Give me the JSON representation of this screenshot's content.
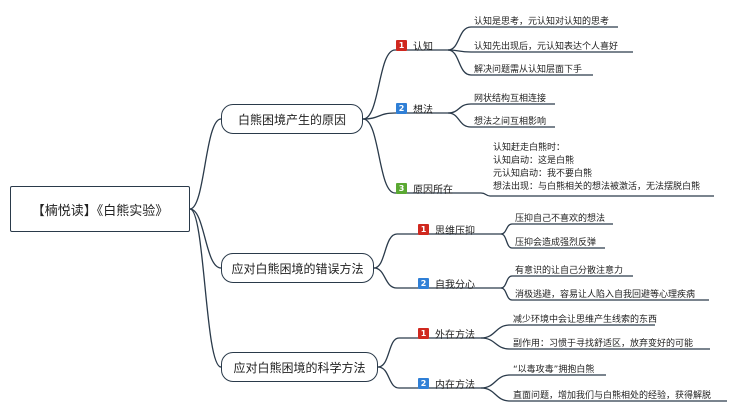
{
  "root": {
    "title": "【楠悦读】《白熊实验》"
  },
  "colors": {
    "line": "#2a3a4a",
    "badge_red": "#d0281f",
    "badge_blue": "#2f7fd6",
    "badge_green": "#5aa832"
  },
  "branches": [
    {
      "label": "白熊困境产生的原因",
      "children": [
        {
          "badge": "1",
          "badge_color": "red",
          "label": "认知",
          "leaves": [
            "认知是思考，元认知对认知的思考",
            "认知先出现后，元认知表达个人喜好",
            "解决问题需从认知层面下手"
          ]
        },
        {
          "badge": "2",
          "badge_color": "blue",
          "label": "想法",
          "leaves": [
            "网状结构互相连接",
            "想法之间互相影响"
          ]
        },
        {
          "badge": "3",
          "badge_color": "green",
          "label": "原因所在",
          "leaves": [
            "认知赶走白熊时：",
            "认知启动：这是白熊",
            "元认知启动：我不要白熊",
            "想法出现：与白熊相关的想法被激活，无法摆脱白熊"
          ]
        }
      ]
    },
    {
      "label": "应对白熊困境的错误方法",
      "children": [
        {
          "badge": "1",
          "badge_color": "red",
          "label": "思维压抑",
          "leaves": [
            "压抑自己不喜欢的想法",
            "压抑会造成强烈反弹"
          ]
        },
        {
          "badge": "2",
          "badge_color": "blue",
          "label": "自我分心",
          "leaves": [
            "有意识的让自己分散注意力",
            "消极逃避，容易让人陷入自我回避等心理疾病"
          ]
        }
      ]
    },
    {
      "label": "应对白熊困境的科学方法",
      "children": [
        {
          "badge": "1",
          "badge_color": "red",
          "label": "外在方法",
          "leaves": [
            "减少环境中会让思维产生线索的东西",
            "副作用：习惯于寻找舒适区，放弃变好的可能"
          ]
        },
        {
          "badge": "2",
          "badge_color": "blue",
          "label": "内在方法",
          "leaves": [
            "“以毒攻毒”拥抱白熊",
            "直面问题，增加我们与白熊相处的经验，获得解脱"
          ]
        }
      ]
    }
  ]
}
